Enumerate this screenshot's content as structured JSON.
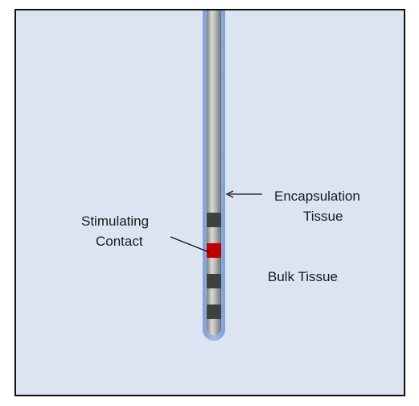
{
  "labels": {
    "encapsulation_line1": "Encapsulation",
    "encapsulation_line2": "Tissue",
    "stimulating_line1": "Stimulating",
    "stimulating_line2": "Contact",
    "bulk_tissue": "Bulk Tissue"
  },
  "colors": {
    "bulk_tissue": "#dce4f2",
    "encapsulation_tissue": "#8eaadb",
    "electrode_shaft": "#a6a6a6",
    "inactive_contact": "#404040",
    "stimulating_contact": "#c00000",
    "frame_border": "#111111"
  },
  "electrode": {
    "contacts": [
      {
        "type": "inactive",
        "order": 1
      },
      {
        "type": "stimulating",
        "order": 2
      },
      {
        "type": "inactive",
        "order": 3
      },
      {
        "type": "inactive",
        "order": 4
      }
    ]
  }
}
